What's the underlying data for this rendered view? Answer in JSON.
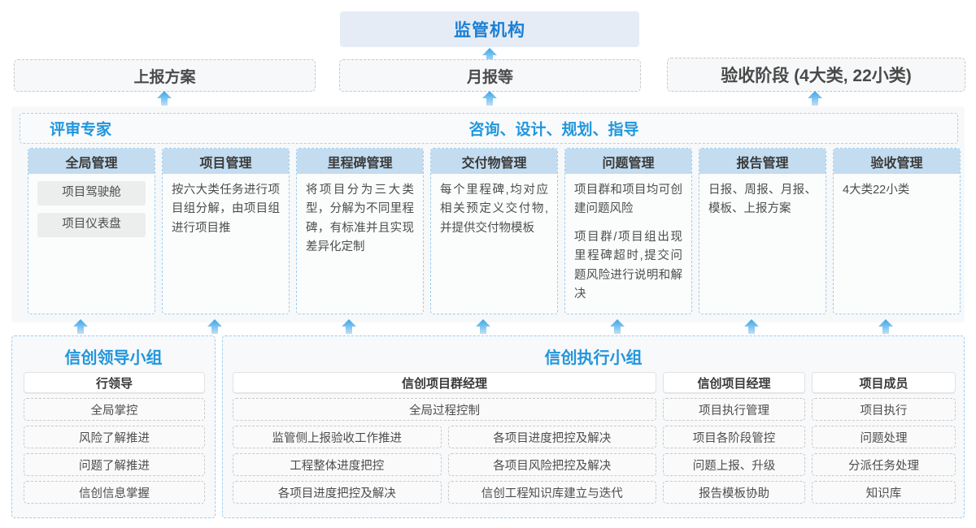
{
  "top": {
    "regulator": "监管机构",
    "channels": [
      {
        "label": "上报方案"
      },
      {
        "label": "月报等"
      },
      {
        "label": "验收阶段 (4大类, 22小类)"
      }
    ]
  },
  "middle": {
    "label_left": "评审专家",
    "label_center": "咨询、设计、规划、指导",
    "cards": [
      {
        "title": "全局管理",
        "pills": [
          "项目驾驶舱",
          "项目仪表盘"
        ],
        "paragraphs": []
      },
      {
        "title": "项目管理",
        "pills": [],
        "paragraphs": [
          "按六大类任务进行项目组分解，由项目组进行项目推"
        ]
      },
      {
        "title": "里程碑管理",
        "pills": [],
        "paragraphs": [
          "将项目分为三大类型，分解为不同里程碑，有标准并且实现差异化定制"
        ]
      },
      {
        "title": "交付物管理",
        "pills": [],
        "paragraphs": [
          "每个里程碑,均对应相关预定义交付物,并提供交付物模板"
        ]
      },
      {
        "title": "问题管理",
        "pills": [],
        "paragraphs": [
          "项目群和项目均可创建问题风险",
          "项目群/项目组出现里程碑超时,提交问题风险进行说明和解决"
        ]
      },
      {
        "title": "报告管理",
        "pills": [],
        "paragraphs": [
          "日报、周报、月报、模板、上报方案"
        ]
      },
      {
        "title": "验收管理",
        "pills": [],
        "paragraphs": [
          "4大类22小类"
        ]
      }
    ]
  },
  "bottom": {
    "left_group": {
      "title": "信创领导小组",
      "role": "行领导",
      "items": [
        "全局掌控",
        "风险了解推进",
        "问题了解推进",
        "信创信息掌握"
      ]
    },
    "right_group": {
      "title": "信创执行小组",
      "program_manager": {
        "role": "信创项目群经理",
        "full_width_item": "全局过程控制",
        "left_items": [
          "监管侧上报验收工作推进",
          "工程整体进度把控",
          "各项目进度把控及解决"
        ],
        "right_items": [
          "各项目进度把控及解决",
          "各项目风险把控及解决",
          "信创工程知识库建立与迭代"
        ]
      },
      "project_manager": {
        "role": "信创项目经理",
        "items": [
          "项目执行管理",
          "项目各阶段管控",
          "问题上报、升级",
          "报告模板协助"
        ]
      },
      "member": {
        "role": "项目成员",
        "items": [
          "项目执行",
          "问题处理",
          "分派任务处理",
          "知识库"
        ]
      }
    }
  },
  "colors": {
    "banner_bg": "#e5ecf5",
    "accent_blue": "#2196dd",
    "card_head_bg": "#c3dcf0",
    "arrow_blue": "#3aa5e8",
    "dash_gray": "#c8c8c8"
  },
  "icons": {
    "arrow_up": "arrow-up-icon"
  }
}
